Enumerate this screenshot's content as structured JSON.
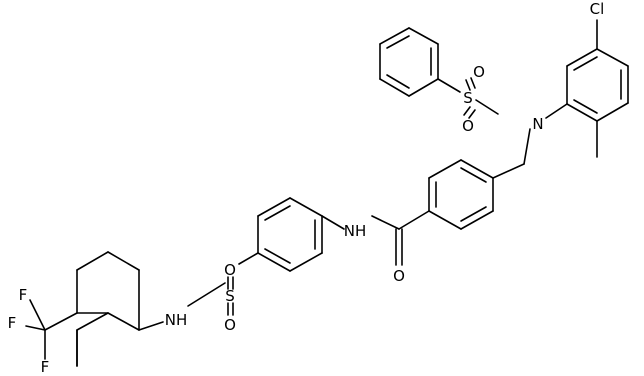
{
  "atoms": {
    "cl": "Cl",
    "n_sulfonamide": "N",
    "s_top": "S",
    "o_top_left": "O",
    "o_top_right": "O",
    "amide_nh": "NH",
    "amide_o": "O",
    "s_bottom": "S",
    "o_bottom_up": "O",
    "o_bottom_down": "O",
    "sulfonamide_nh": "NH",
    "f_top": "F",
    "f_left": "F",
    "f_bottom": "F"
  }
}
